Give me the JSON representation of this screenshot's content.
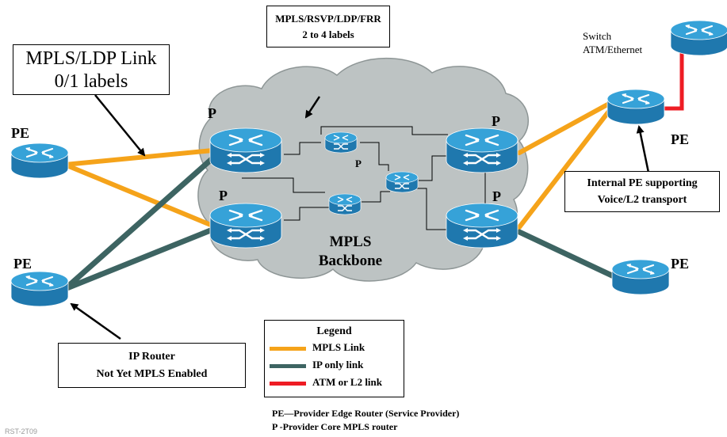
{
  "callouts": {
    "mpls_ldp_link": [
      "MPLS/LDP Link",
      "0/1 labels"
    ],
    "rsvp": [
      "MPLS/RSVP/LDP/FRR",
      "2 to 4 labels"
    ],
    "ip_router": [
      "IP Router",
      "Not Yet MPLS Enabled"
    ],
    "internal_pe": [
      "Internal PE supporting",
      "Voice/L2 transport"
    ]
  },
  "labels": {
    "pe_top_left": "PE",
    "pe_bottom_left": "PE",
    "p_top_left": "P",
    "p_bottom_left": "P",
    "p_top_right": "P",
    "p_bottom_right": "P",
    "p_small": "P",
    "pe_right_upper": "PE",
    "pe_right_lower": "PE",
    "switch": [
      "Switch",
      "ATM/Ethernet"
    ],
    "backbone": [
      "MPLS",
      "Backbone"
    ]
  },
  "legend": {
    "title": "Legend",
    "items": [
      {
        "label": "MPLS Link",
        "color": "#f5a31a"
      },
      {
        "label": "IP only link",
        "color": "#3d6462"
      },
      {
        "label": "ATM or L2 link",
        "color": "#ee1c24"
      }
    ]
  },
  "definitions": [
    "PE—Provider Edge Router (Service Provider)",
    "P -Provider Core MPLS router"
  ],
  "footer": "RST-2T09",
  "colors": {
    "mpls_link": "#f5a31a",
    "ip_link": "#3d6462",
    "l2_link": "#ee1c24",
    "cloud_fill": "#bdc3c3",
    "router_body": "#2d8fc4"
  },
  "icons": {
    "router": "router-icon",
    "mpls_router": "mpls-router-icon"
  }
}
